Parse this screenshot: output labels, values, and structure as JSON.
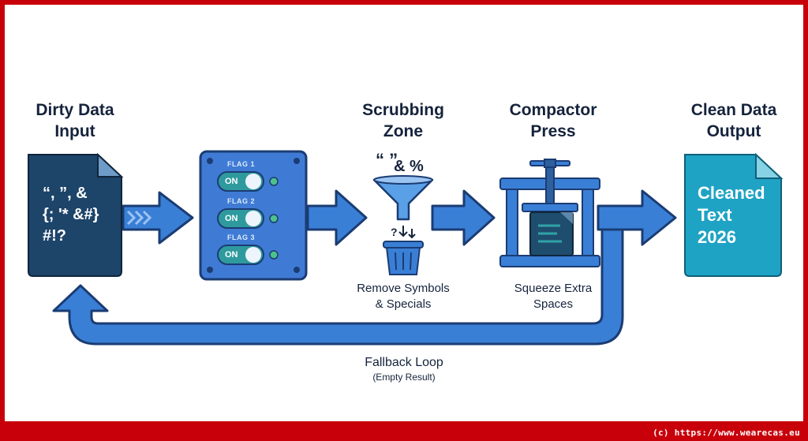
{
  "stages": {
    "input": {
      "title_line1": "Dirty Data",
      "title_line2": "Input",
      "junk_text": "“, ”, &\n{; '* &#}\n#!?"
    },
    "switches": {
      "flags": [
        "FLAG 1",
        "FLAG 2",
        "FLAG 3"
      ],
      "toggle_label": "ON"
    },
    "scrub": {
      "title_line1": "Scrubbing",
      "title_line2": "Zone",
      "symbols_top": "“ ”",
      "symbols_mid": "& %",
      "symbols_drip": "?",
      "caption_line1": "Remove Symbols",
      "caption_line2": "& Specials"
    },
    "press": {
      "title_line1": "Compactor",
      "title_line2": "Press",
      "caption_line1": "Squeeze Extra",
      "caption_line2": "Spaces"
    },
    "output": {
      "title_line1": "Clean Data",
      "title_line2": "Output",
      "text_line1": "Cleaned",
      "text_line2": "Text",
      "text_line3": "2026"
    }
  },
  "loop": {
    "label": "Fallback Loop",
    "sublabel": "(Empty Result)"
  },
  "footer": {
    "credit": "(c) https://www.wearecas.eu"
  },
  "colors": {
    "frame": "#c8000a",
    "arrow": "#3a7fd6",
    "arrow_stroke": "#1b3c73",
    "panel": "#3f7bd4",
    "doc_dark": "#1d4469",
    "doc_out": "#1fa3c4",
    "toggle": "#2f9a9e"
  }
}
